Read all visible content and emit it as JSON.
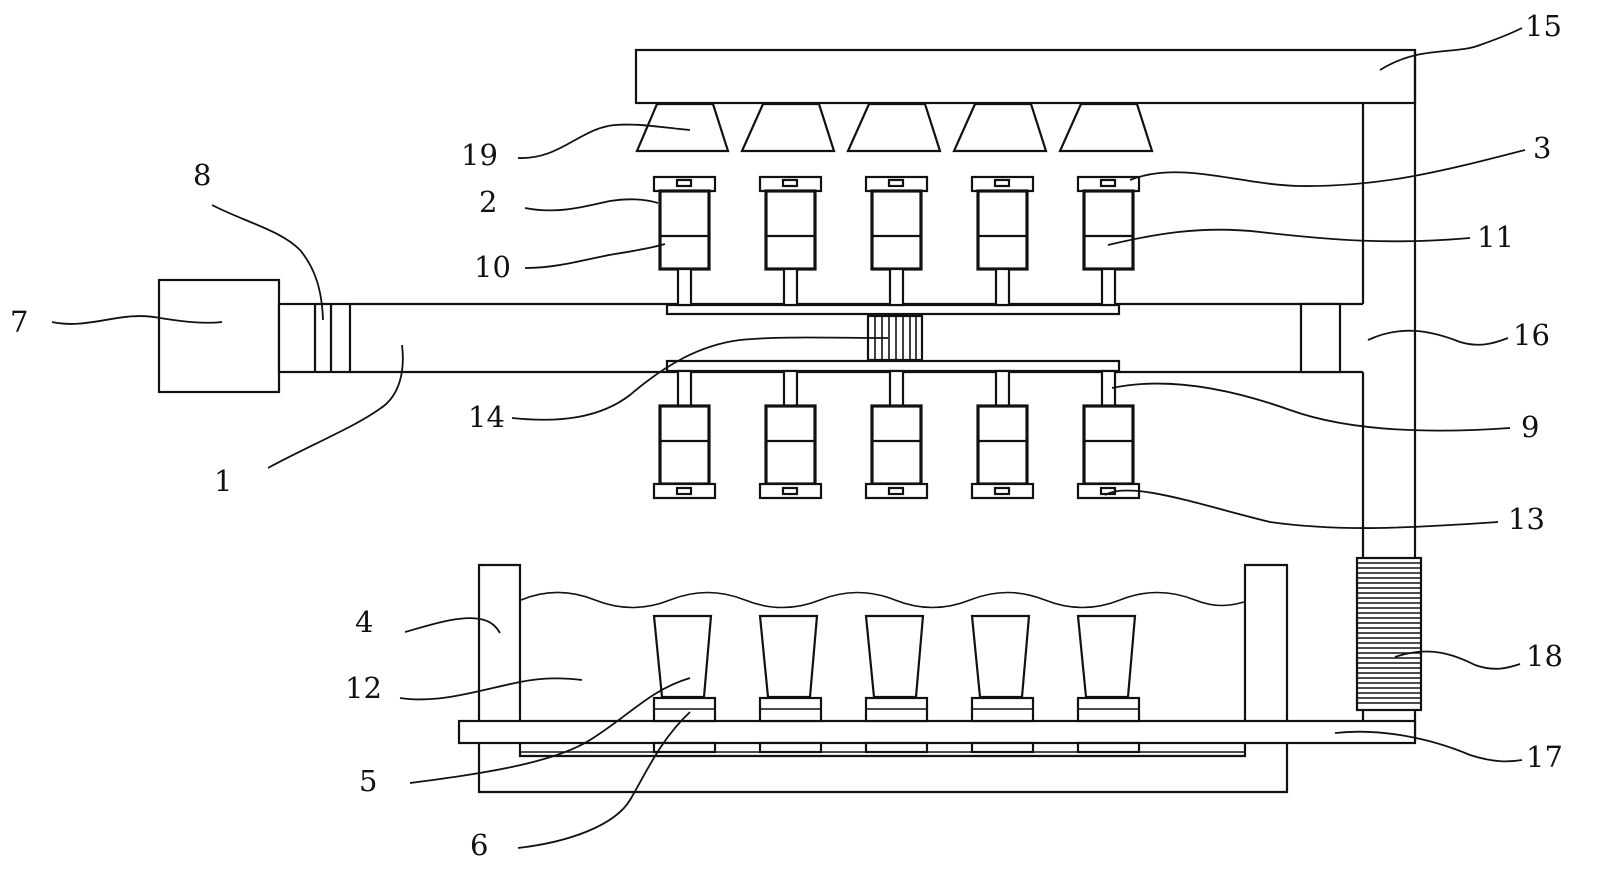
{
  "labels": {
    "n1": "1",
    "n2": "2",
    "n3": "3",
    "n4": "4",
    "n5": "5",
    "n6": "6",
    "n7": "7",
    "n8": "8",
    "n9": "9",
    "n10": "10",
    "n11": "11",
    "n12": "12",
    "n13": "13",
    "n14": "14",
    "n15": "15",
    "n16": "16",
    "n17": "17",
    "n18": "18",
    "n19": "19"
  }
}
